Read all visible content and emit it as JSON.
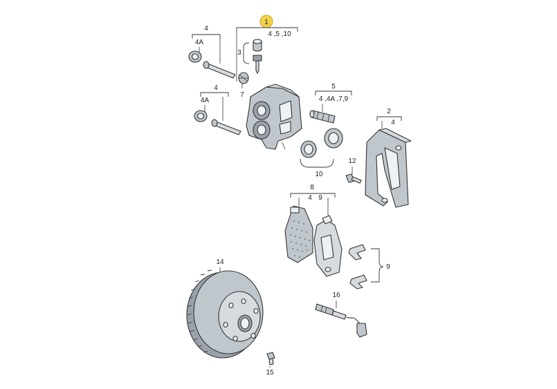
{
  "callouts": {
    "assembly": "1",
    "assembly_sub": "4 ,5 ,10",
    "bolt_top": "4",
    "bolt_top_sub": "4A",
    "bleeder": "3",
    "cap": "7",
    "bolt_mid": "4",
    "bolt_mid_sub": "4A",
    "guide": "5",
    "guide_sub": "4 ,4A ,7,9",
    "seals": "10",
    "carrier": "2",
    "carrier_sub": "4",
    "carrier_bolt": "12",
    "pads": "8",
    "pads_sub_a": "4",
    "pads_sub_b": "9",
    "clips": "9",
    "rotor": "14",
    "rotor_screw": "15",
    "sensor": "16"
  },
  "colors": {
    "highlight": "#f2d24a",
    "line": "#333333",
    "metal": "#bfc6cc"
  }
}
